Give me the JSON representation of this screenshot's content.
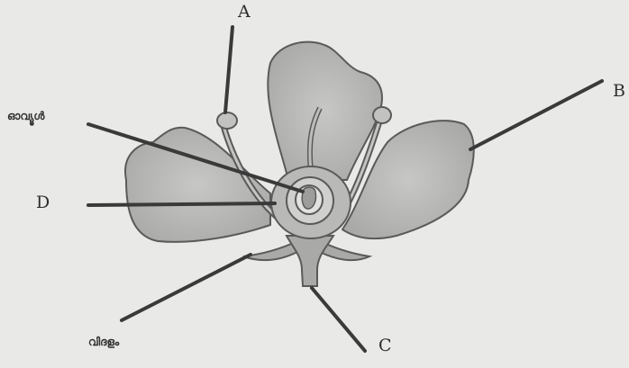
{
  "diagram": {
    "labels": {
      "a": "A",
      "b": "B",
      "c": "C",
      "d": "D",
      "ovule": "ഓവ്യൂൾ",
      "petal": "വിദളം"
    },
    "colors": {
      "background": "#e9e9e7",
      "petal_fill": "#b9b9b7",
      "outline": "#5a5a5a",
      "pointer_line": "#3a3a3a"
    }
  }
}
